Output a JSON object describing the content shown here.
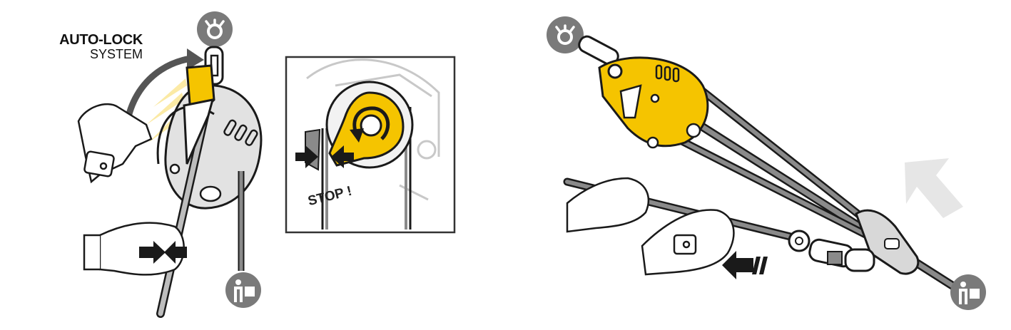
{
  "left_panel": {
    "label_line1": "AUTO-LOCK",
    "label_line2": "SYSTEM"
  },
  "inset_panel": {
    "stop_text": "STOP !"
  },
  "icons": {
    "anchor_icon": "anchor-ring-icon",
    "load_icon": "person-with-load-icon"
  },
  "colors": {
    "device_yellow": "#F5C400",
    "outline": "#1a1a1a",
    "rope_gray": "#8a8a8a",
    "icon_gray": "#7a7a7a",
    "arrow_light": "#e6e6e6"
  }
}
